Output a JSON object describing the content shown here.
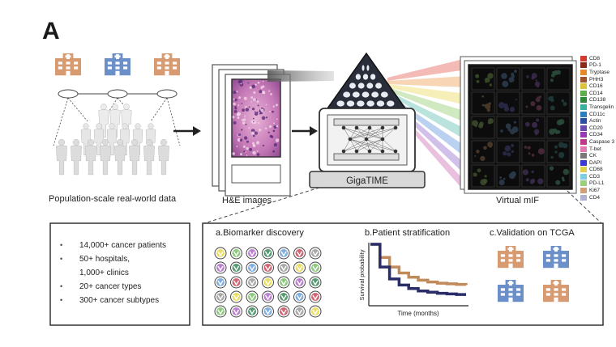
{
  "panel_label": "A",
  "labels": {
    "population": "Population-scale real-world data",
    "he": "H&E images",
    "model": "GigaTIME",
    "virtual": "Virtual mIF",
    "biomarker": "a.Biomarker discovery",
    "stratification": "b.Patient stratification",
    "validation": "c.Validation on TCGA"
  },
  "stats": [
    {
      "text": "14,000+ cancer patients",
      "bullet": true
    },
    {
      "text": "50+ hospitals,",
      "bullet": true
    },
    {
      "text": "1,000+ clinics",
      "bullet": false
    },
    {
      "text": "20+ cancer types",
      "bullet": true
    },
    {
      "text": "300+ cancer subtypes",
      "bullet": true
    }
  ],
  "markers": [
    {
      "name": "CD8",
      "color": "#d63a2f"
    },
    {
      "name": "PD-1",
      "color": "#8a2a1a"
    },
    {
      "name": "Tryptase",
      "color": "#e58a2a"
    },
    {
      "name": "PHH3",
      "color": "#a0522d"
    },
    {
      "name": "CD16",
      "color": "#d9c33a"
    },
    {
      "name": "CD14",
      "color": "#5bb04a"
    },
    {
      "name": "CD138",
      "color": "#2d8a3a"
    },
    {
      "name": "Transgelin",
      "color": "#3ab0a0"
    },
    {
      "name": "CD11c",
      "color": "#2a7fc0"
    },
    {
      "name": "Actin",
      "color": "#2a4fa0"
    },
    {
      "name": "CD20",
      "color": "#6a4ab0"
    },
    {
      "name": "CD34",
      "color": "#9a3ab0"
    },
    {
      "name": "Caspase 3",
      "color": "#c03a8a"
    },
    {
      "name": "T-bet",
      "color": "#e07ab0"
    },
    {
      "name": "CK",
      "color": "#7a7a7a"
    },
    {
      "name": "DAPI",
      "color": "#3a3ad0"
    },
    {
      "name": "CD68",
      "color": "#e0d050"
    },
    {
      "name": "CD3",
      "color": "#7ad0e0"
    },
    {
      "name": "PD-L1",
      "color": "#9ad07a"
    },
    {
      "name": "Ki67",
      "color": "#d0a07a"
    },
    {
      "name": "CD4",
      "color": "#b0b0d0"
    }
  ],
  "km": {
    "ylabel": "Survival probability",
    "xlabel": "Time (months)",
    "series": [
      {
        "color": "#c08a5a",
        "values": [
          1.0,
          0.78,
          0.62,
          0.52,
          0.45,
          0.4,
          0.37,
          0.35,
          0.34,
          0.33,
          0.32
        ]
      },
      {
        "color": "#2a2d6a",
        "values": [
          1.0,
          0.62,
          0.42,
          0.32,
          0.26,
          0.22,
          0.2,
          0.18,
          0.17,
          0.16,
          0.16
        ]
      }
    ]
  },
  "colors": {
    "hospital_orange": "#d89a70",
    "hospital_blue": "#6b8fc8",
    "arrow": "#222222",
    "frame": "#333333"
  },
  "biomarker_colors": [
    "#e8d84a",
    "#7ac06a",
    "#b06ac8",
    "#3a8a5a",
    "#6aa0d8",
    "#c84a5a",
    "#9a9a9a"
  ]
}
